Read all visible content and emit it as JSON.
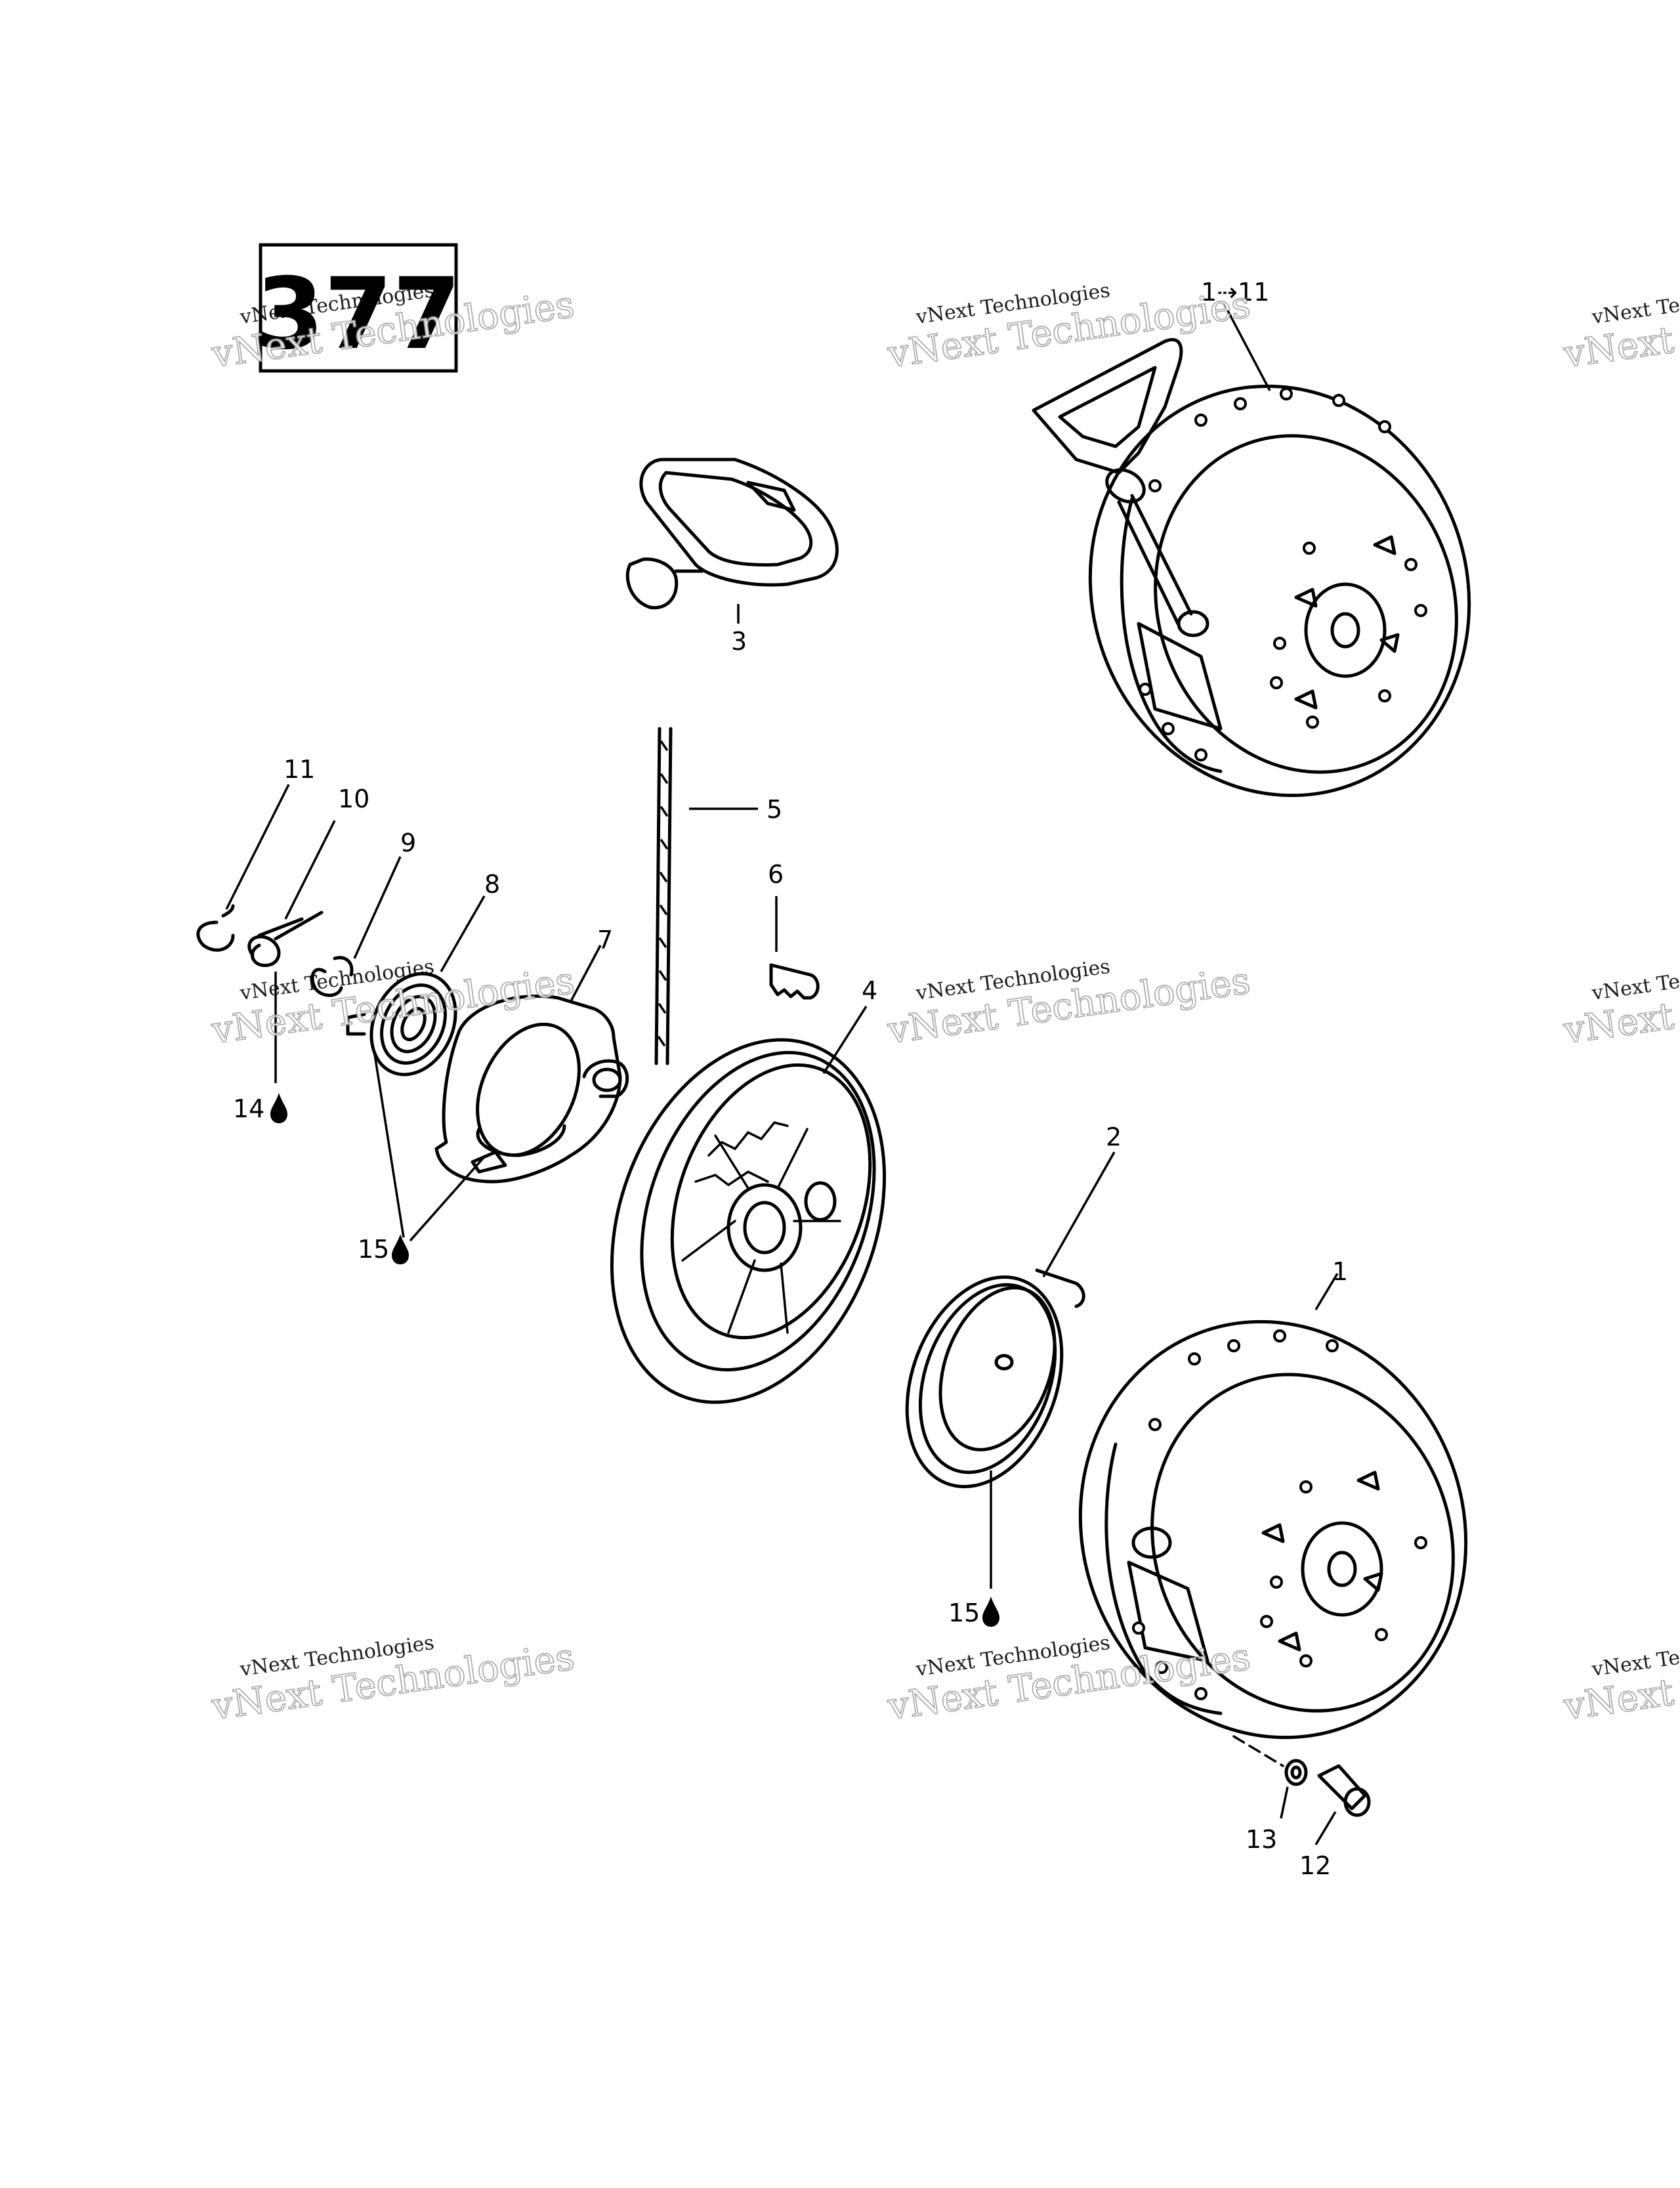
{
  "page_number": "377",
  "callouts": {
    "c1to11": "1⇢11",
    "c1": "1",
    "c2": "2",
    "c3": "3",
    "c4": "4",
    "c5": "5",
    "c6": "6",
    "c7": "7",
    "c8": "8",
    "c9": "9",
    "c10": "10",
    "c11": "11",
    "c12": "12",
    "c13": "13",
    "c14": "14",
    "c15a": "15",
    "c15b": "15"
  },
  "watermark": {
    "small": "vNext Technologies",
    "large": "vNext Technologies"
  }
}
